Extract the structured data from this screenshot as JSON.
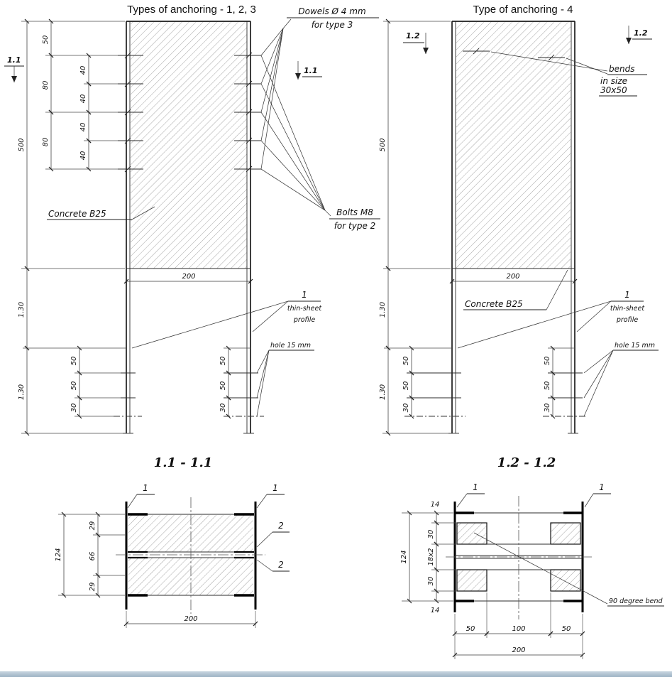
{
  "elev_left": {
    "title": "Types of anchoring - 1, 2, 3",
    "marker_left": "1.1",
    "marker_right": "1.1",
    "dims": {
      "d500": "500",
      "d50": "50",
      "d80a": "80",
      "d80b": "80",
      "d40a": "40",
      "d40b": "40",
      "d40c": "40",
      "d40d": "40",
      "d200": "200",
      "d130a": "1.30",
      "d130b": "1.30",
      "holeL1": "50",
      "holeL2": "50",
      "holeL3": "30",
      "holeR1": "50",
      "holeR2": "50",
      "holeR3": "30"
    },
    "labels": {
      "dowels1": "Dowels Ø 4 mm",
      "dowels2": "for type 3",
      "bolts1": "Bolts M8",
      "bolts2": "for type 2",
      "concrete": "Concrete B25",
      "callout": "1",
      "profile1": "thin-sheet",
      "profile2": "profile",
      "hole": "hole 15 mm"
    }
  },
  "elev_right": {
    "title": "Type of anchoring - 4",
    "marker_left": "1.2",
    "marker_right": "1.2",
    "dims": {
      "d500": "500",
      "d200": "200",
      "d130a": "1.30",
      "d130b": "1.30",
      "holeL1": "50",
      "holeL2": "50",
      "holeL3": "30",
      "holeR1": "50",
      "holeR2": "50",
      "holeR3": "30"
    },
    "labels": {
      "bends1": "bends",
      "bends2": "in size",
      "bends3": "30x50",
      "concrete": "Concrete B25",
      "callout": "1",
      "profile1": "thin-sheet",
      "profile2": "profile",
      "hole": "hole 15 mm"
    }
  },
  "section11": {
    "title": "1.1 - 1.1",
    "dims": {
      "d124": "124",
      "d29a": "29",
      "d66": "66",
      "d29b": "29",
      "d200": "200"
    },
    "callout1a": "1",
    "callout1b": "1",
    "callout2a": "2",
    "callout2b": "2"
  },
  "section12": {
    "title": "1.2 - 1.2",
    "dims": {
      "d124": "124",
      "d14a": "14",
      "d30a": "30",
      "d18x2": "18x2",
      "d30b": "30",
      "d14b": "14",
      "d50a": "50",
      "d100": "100",
      "d50b": "50",
      "d200": "200"
    },
    "callout1a": "1",
    "callout1b": "1",
    "bend_label": "90 degree bend"
  }
}
